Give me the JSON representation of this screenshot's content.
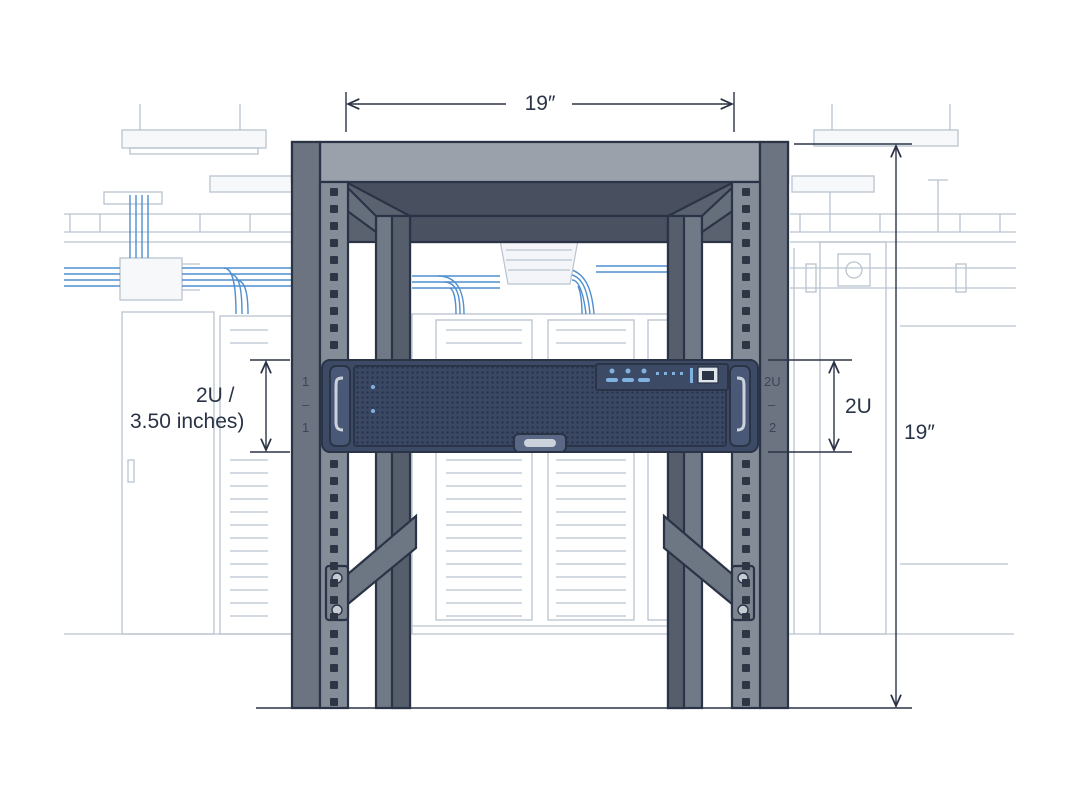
{
  "diagram": {
    "top_width_label": "19″",
    "right_height_label": "19″",
    "left_unit_label_line1": "2U /",
    "left_unit_label_line2": "3.50 inches)",
    "right_unit_label": "2U",
    "rail_left_marks": [
      "1",
      "–",
      "1"
    ],
    "rail_right_marks": [
      "2U",
      "–",
      "2"
    ]
  },
  "colors": {
    "frame": "#5c6573",
    "frame_dark": "#3f4754",
    "server_body": "#3c4a66",
    "server_mesh": "#2e3a52",
    "outline": "#2b3446",
    "background_lines": "#b9c3d0",
    "cable": "#4f8fd0"
  }
}
